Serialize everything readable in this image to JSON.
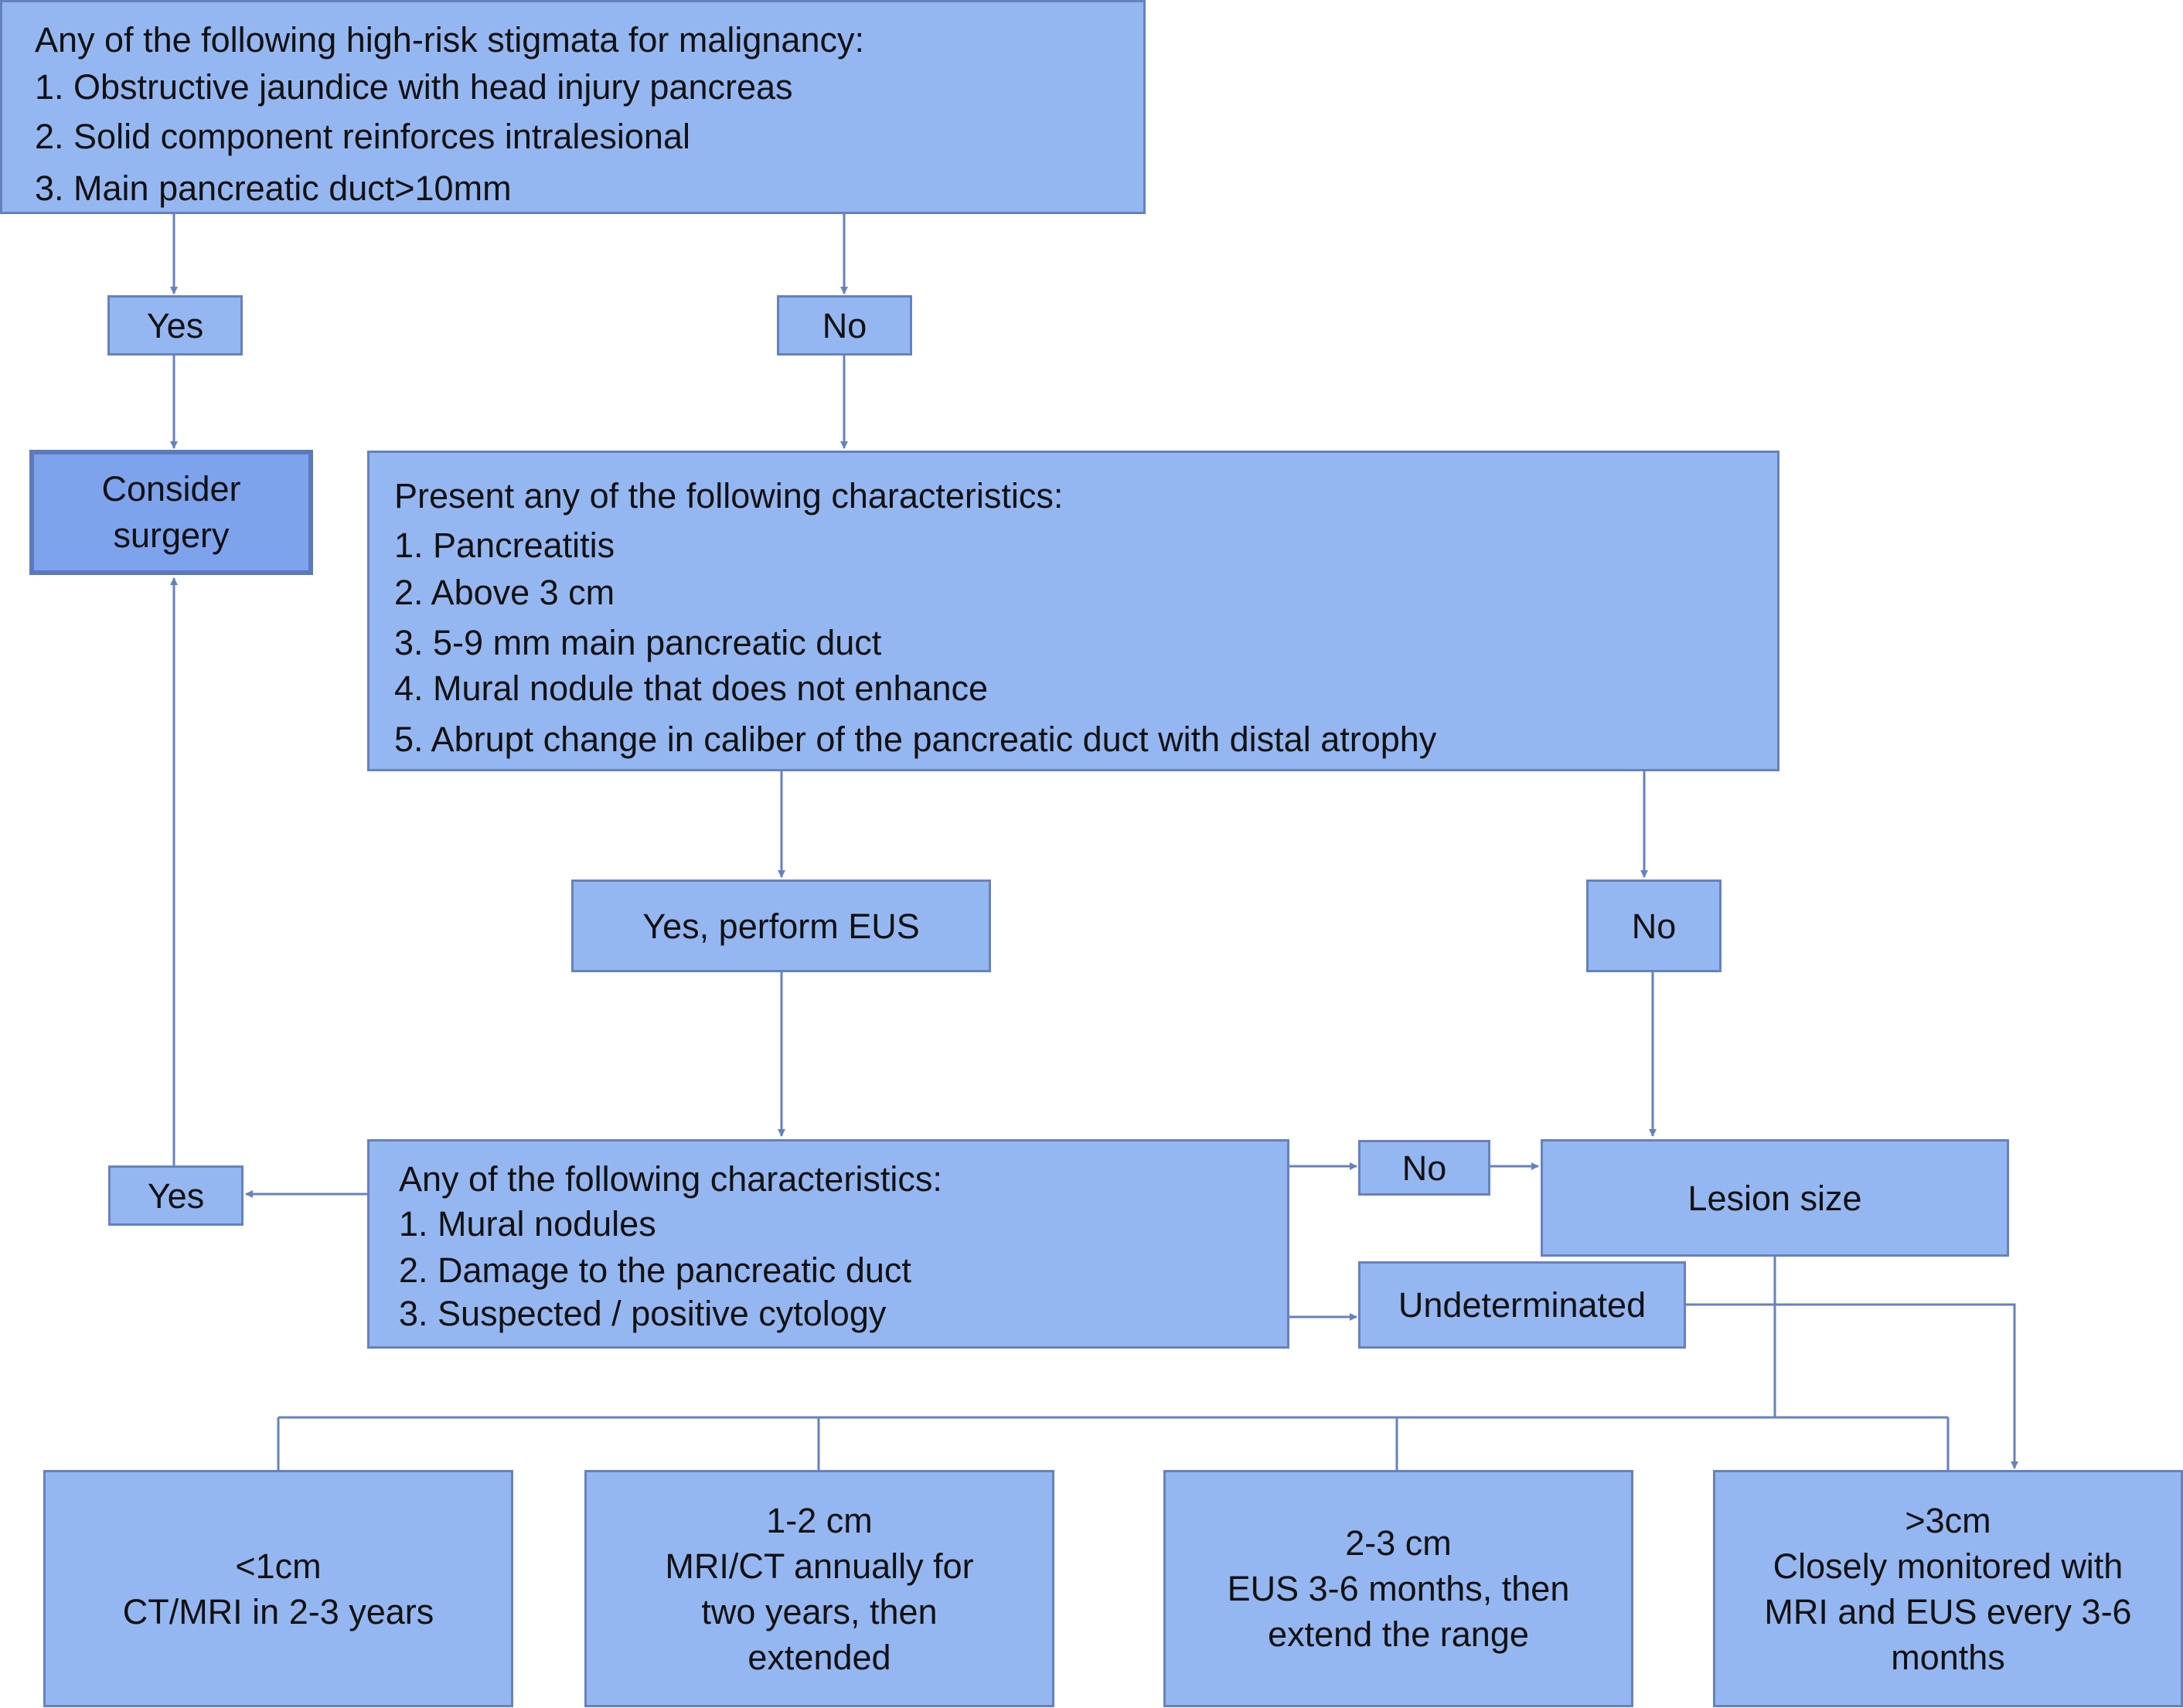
{
  "top_box": {
    "title": "Any of the following high-risk stigmata for malignancy:",
    "items": [
      "1. Obstructive jaundice with head injury pancreas",
      "2. Solid component reinforces intralesional",
      "3. Main pancreatic duct>10mm"
    ]
  },
  "yes_top": "Yes",
  "no_top": "No",
  "consider_surgery": {
    "line1": "Consider",
    "line2": "surgery"
  },
  "characteristics_box": {
    "title": "Present any of the following characteristics:",
    "items": [
      "1. Pancreatitis",
      "2. Above 3 cm",
      "3. 5-9 mm main pancreatic duct",
      "4. Mural nodule that does not enhance",
      "5. Abrupt change in caliber of the pancreatic duct with distal atrophy"
    ]
  },
  "perform_eus": "Yes, perform EUS",
  "no_mid": "No",
  "eus_box": {
    "title": "Any of the following characteristics:",
    "items": [
      "1. Mural nodules",
      "2. Damage to the pancreatic duct",
      "3. Suspected / positive cytology"
    ]
  },
  "yes_eus": "Yes",
  "no_eus": "No",
  "undeterminated": "Undeterminated",
  "lesion_size": "Lesion size",
  "outcomes": [
    {
      "lines": [
        "<1cm",
        "CT/MRI in 2-3 years"
      ]
    },
    {
      "lines": [
        "1-2 cm",
        "MRI/CT annually for",
        "two years, then",
        "extended"
      ]
    },
    {
      "lines": [
        "2-3 cm",
        "EUS 3-6 months, then",
        "extend the range"
      ]
    },
    {
      "lines": [
        ">3cm",
        "Closely monitored with",
        "MRI and EUS every 3-6",
        "months"
      ]
    }
  ]
}
